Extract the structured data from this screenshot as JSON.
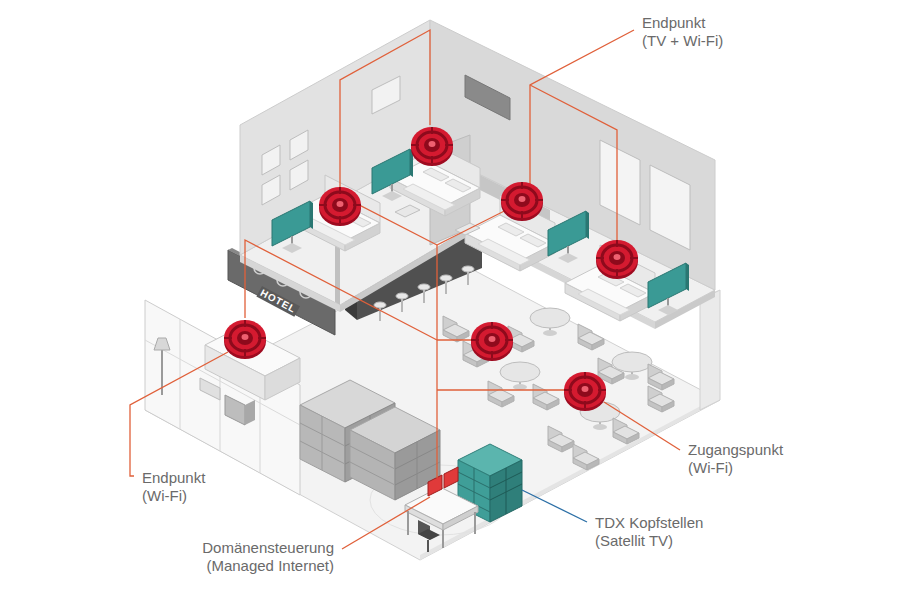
{
  "diagram": {
    "labels": [
      "Endpunkt (TV + Wi-Fi)",
      "HOTEL",
      "Endpunkt (Wi-Fi)",
      "Zugangspunkt (Wi-Fi)",
      "TDX Kopfstellen (Satellit TV)",
      "Domänensteuerung (Managed Internet)"
    ]
  }
}
